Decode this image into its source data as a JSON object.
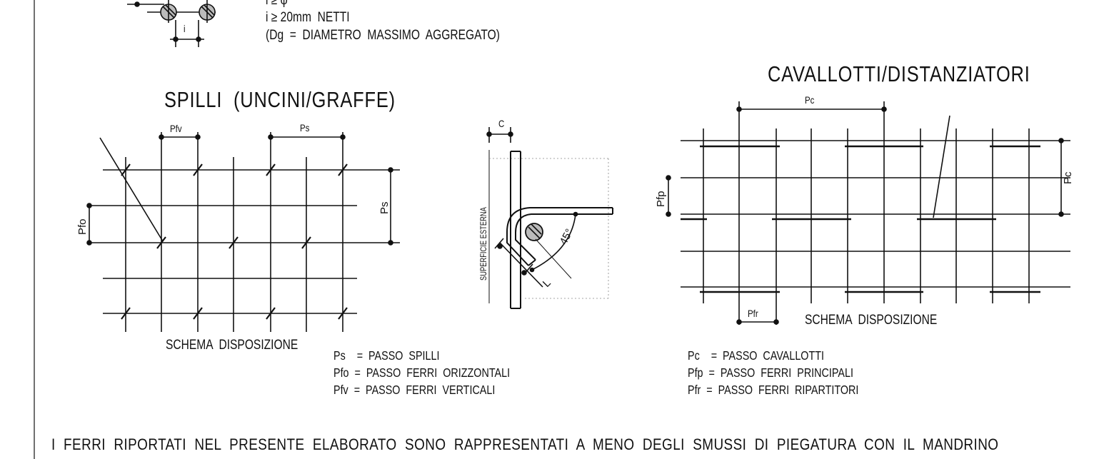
{
  "top_note": {
    "line1": "i ≥ φ",
    "line2": "i ≥ 20mm  NETTI",
    "line3": "(Dg  =  DIAMETRO  MASSIMO  AGGREGATO)",
    "detail_label": "i"
  },
  "spilli": {
    "title": "SPILLI  (UNCINI/GRAFFE)",
    "dim_pfv": "Pfv",
    "dim_ps_top": "Ps",
    "dim_ps_right": "Ps",
    "dim_pfo": "Pfo",
    "schema": "SCHEMA  DISPOSIZIONE",
    "legend": [
      "Ps    =  PASSO  SPILLI",
      "Pfo  =  PASSO  FERRI  ORIZZONTALI",
      "Pfv  =  PASSO  FERRI  VERTICALI"
    ]
  },
  "hook_detail": {
    "dim_c": "C",
    "surface_label": "SUPERFICIE  ESTERNA",
    "angle": "45°",
    "length_label": "L"
  },
  "cavallotti": {
    "title": "CAVALLOTTI/DISTANZIATORI",
    "dim_pc_top": "Pc",
    "dim_pc_right": "Pc",
    "dim_pfp": "Pfp",
    "dim_pfr": "Pfr",
    "schema": "SCHEMA  DISPOSIZIONE",
    "legend": [
      "Pc    =  PASSO  CAVALLOTTI",
      "Pfp  =  PASSO  FERRI  PRINCIPALI",
      "Pfr  =  PASSO  FERRI  RIPARTITORI"
    ]
  },
  "footer": "I  FERRI  RIPORTATI  NEL  PRESENTE  ELABORATO  SONO  RAPPRESENTATI  A  MENO  DEGLI  SMUSSI  DI  PIEGATURA  CON  IL  MANDRINO"
}
